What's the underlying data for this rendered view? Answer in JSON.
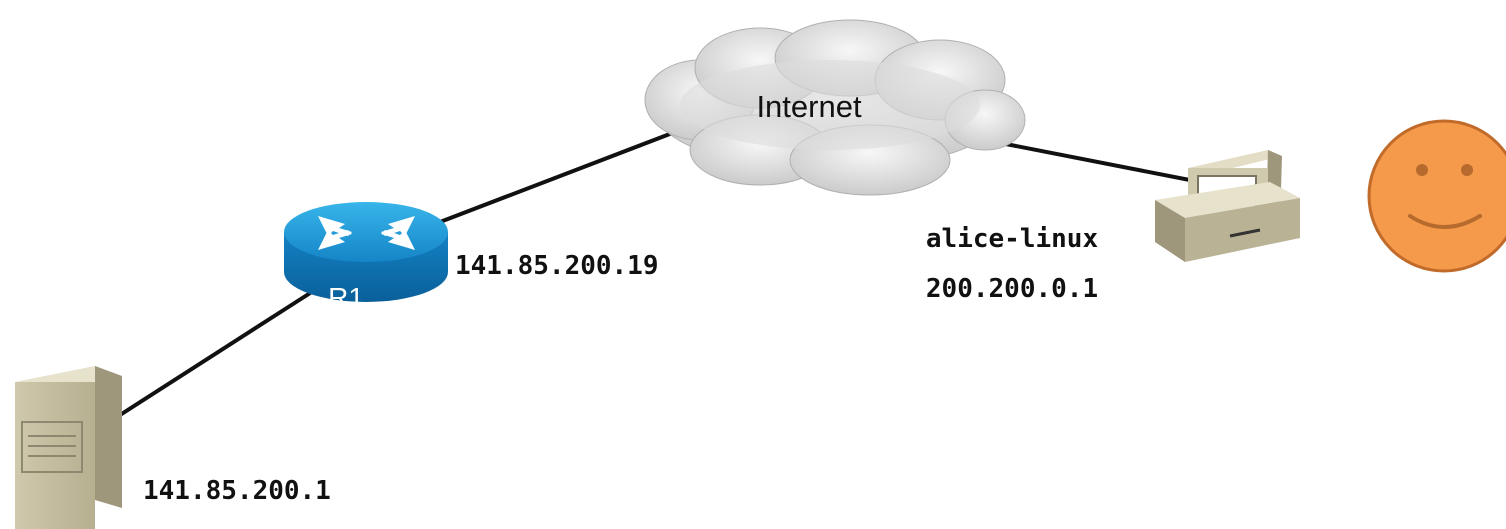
{
  "cloud": {
    "label": "Internet"
  },
  "router": {
    "label": "R1",
    "interface_ip": "141.85.200.19",
    "color": "#1a8fd0"
  },
  "server": {
    "ip": "141.85.200.1"
  },
  "host": {
    "hostname": "alice-linux",
    "ip": "200.200.0.1"
  },
  "smiley": {
    "color": "#f5994a"
  }
}
